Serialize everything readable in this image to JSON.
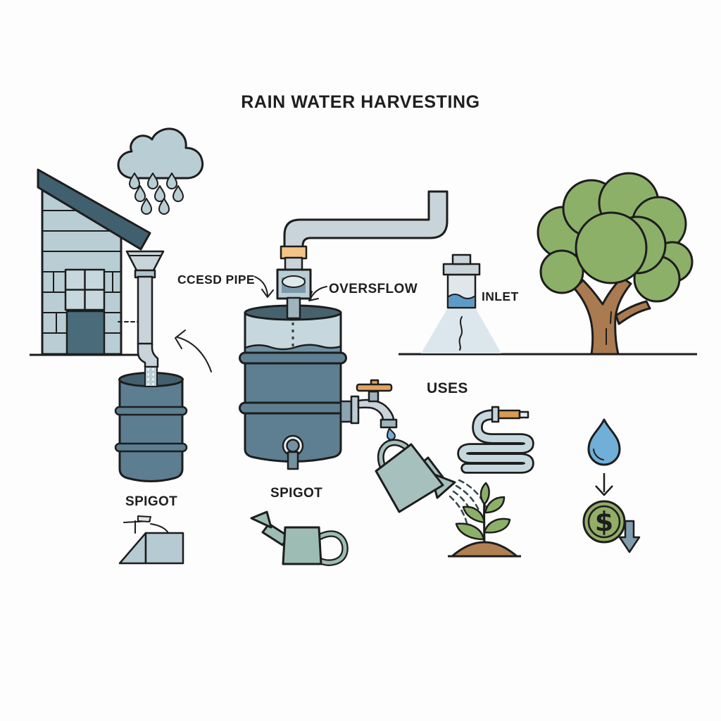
{
  "title": "RAIN WATER HARVESTING",
  "labels": {
    "pipe": "CCESD PIPE",
    "overflow": "OVERSFLOW",
    "inlet": "INLET",
    "uses": "USES",
    "spigot_left": "SPIGOT",
    "spigot_right": "SPIGOT"
  },
  "coin": {
    "symbol": "$"
  },
  "colors": {
    "outline": "#1d1d1d",
    "light_blue_gray": "#b9cdd4",
    "pipe_gray": "#c8d4d9",
    "tank_body": "#5e7f92",
    "tank_inner": "#c6d8de",
    "water": "#6f90a2",
    "roof": "#40606f",
    "door": "#4a6b7a",
    "barrel": "#5d7e91",
    "coupling_orange": "#f2c488",
    "handle_orange": "#e2a55f",
    "nozzle_orange": "#d89a54",
    "hose": "#c5d8de",
    "watering_can_teal": "#a5c0bd",
    "leaf_green": "#8db069",
    "trunk_brown": "#aa7a50",
    "soil_brown": "#b08052",
    "drop_blue": "#6fafd8",
    "inlet_water_blue": "#5b9bc8",
    "spray_blue": "#dbe7ed",
    "coin_green": "#93ad68",
    "block_arrow_blue": "#7f9dad"
  },
  "icons": [
    "rain-cloud-icon",
    "raindrops-icon",
    "house-icon",
    "downspout-funnel-icon",
    "rain-barrel-icon",
    "spigot-tap-icon",
    "storage-tank-icon",
    "closed-pipe-icon",
    "filter-box-icon",
    "coupling-icon",
    "faucet-icon",
    "water-drop-icon",
    "watering-can-icon",
    "garden-hose-icon",
    "seedling-icon",
    "tree-icon",
    "inlet-filter-icon",
    "spray-cone-icon",
    "dollar-coin-icon",
    "down-arrow-icon",
    "savings-block-arrow-icon"
  ]
}
